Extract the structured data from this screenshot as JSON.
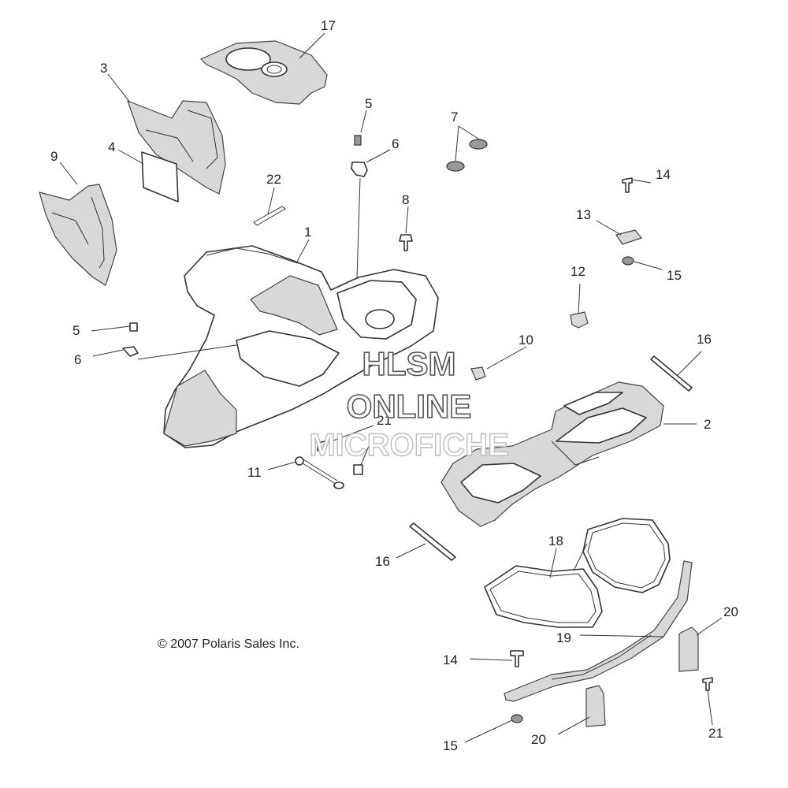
{
  "callouts": {
    "c1": "1",
    "c2": "2",
    "c3": "3",
    "c4": "4",
    "c5a": "5",
    "c5b": "5",
    "c6a": "6",
    "c6b": "6",
    "c7": "7",
    "c8": "8",
    "c9": "9",
    "c10": "10",
    "c11": "11",
    "c12": "12",
    "c13": "13",
    "c14a": "14",
    "c14b": "14",
    "c15a": "15",
    "c15b": "15",
    "c16a": "16",
    "c16b": "16",
    "c17": "17",
    "c18": "18",
    "c19": "19",
    "c20a": "20",
    "c20b": "20",
    "c21a": "21",
    "c21b": "21",
    "c22": "22"
  },
  "watermark": {
    "line1": "HLSM",
    "line2": "ONLINE",
    "line3": "MICROFICHE"
  },
  "copyright": "© 2007 Polaris Sales Inc."
}
